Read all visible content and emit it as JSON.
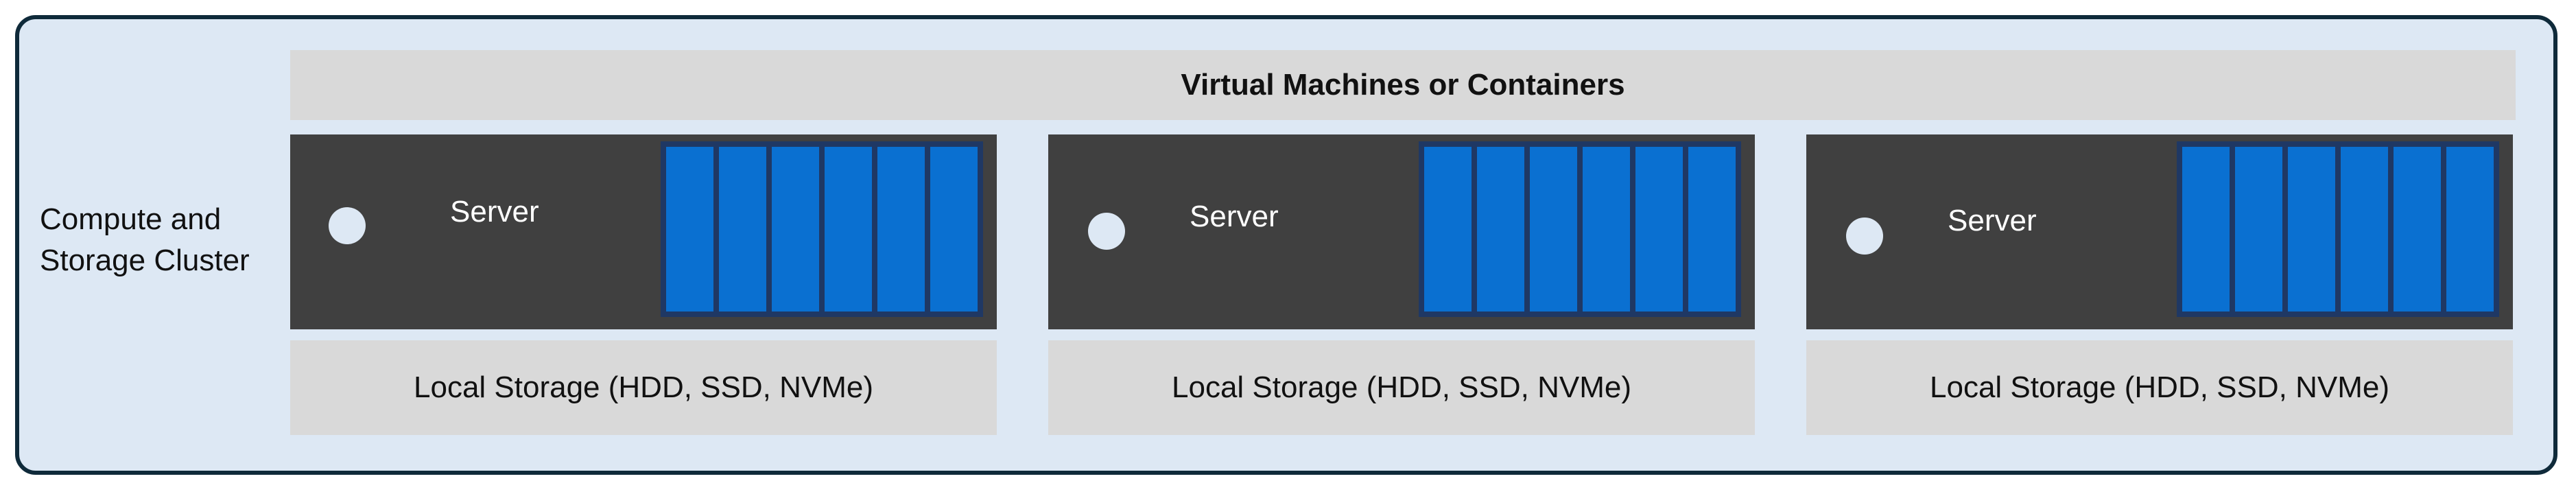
{
  "cluster": {
    "label": "Compute and\nStorage Cluster"
  },
  "vm_layer": {
    "label": "Virtual Machines or Containers"
  },
  "servers": [
    {
      "label": "Server",
      "drive_count": 6
    },
    {
      "label": "Server",
      "drive_count": 6
    },
    {
      "label": "Server",
      "drive_count": 6
    }
  ],
  "storage": [
    {
      "label": "Local Storage (HDD, SSD, NVMe)"
    },
    {
      "label": "Local Storage (HDD, SSD, NVMe)"
    },
    {
      "label": "Local Storage (HDD, SSD, NVMe)"
    }
  ],
  "colors": {
    "cluster_background": "#dde8f4",
    "cluster_border": "#0f2a3a",
    "server_body": "#404040",
    "drive": "#0a70d1",
    "drive_bay": "#1f3864",
    "storage_background": "#d9d9d9"
  }
}
